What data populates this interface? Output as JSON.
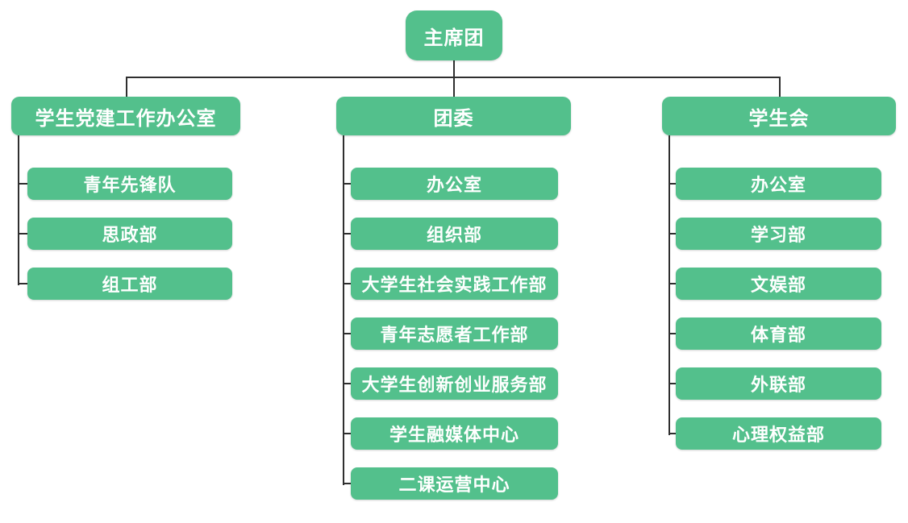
{
  "chart": {
    "type": "org-chart",
    "root": {
      "label": "主席团"
    },
    "branches": [
      {
        "label": "学生党建工作办公室",
        "children": [
          "青年先锋队",
          "思政部",
          "组工部"
        ]
      },
      {
        "label": "团委",
        "children": [
          "办公室",
          "组织部",
          "大学生社会实践工作部",
          "青年志愿者工作部",
          "大学生创新创业服务部",
          "学生融媒体中心",
          "二课运营中心"
        ]
      },
      {
        "label": "学生会",
        "children": [
          "办公室",
          "学习部",
          "文娱部",
          "体育部",
          "外联部",
          "心理权益部"
        ]
      }
    ],
    "colors": {
      "node_fill": "#53c08c",
      "node_text": "#ffffff",
      "connector": "#2f2f2f",
      "background": "#ffffff"
    }
  }
}
